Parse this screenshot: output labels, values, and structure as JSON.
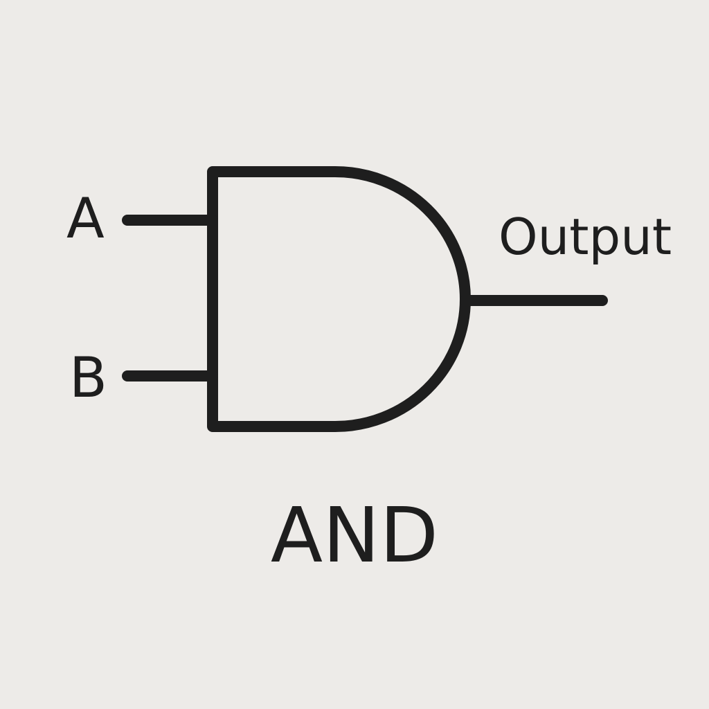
{
  "diagram": {
    "gate_type_label": "AND",
    "inputs": [
      {
        "label": "A"
      },
      {
        "label": "B"
      }
    ],
    "output": {
      "label": "Output"
    },
    "colors": {
      "background": "#edebe8",
      "stroke": "#1e1e1e"
    }
  }
}
